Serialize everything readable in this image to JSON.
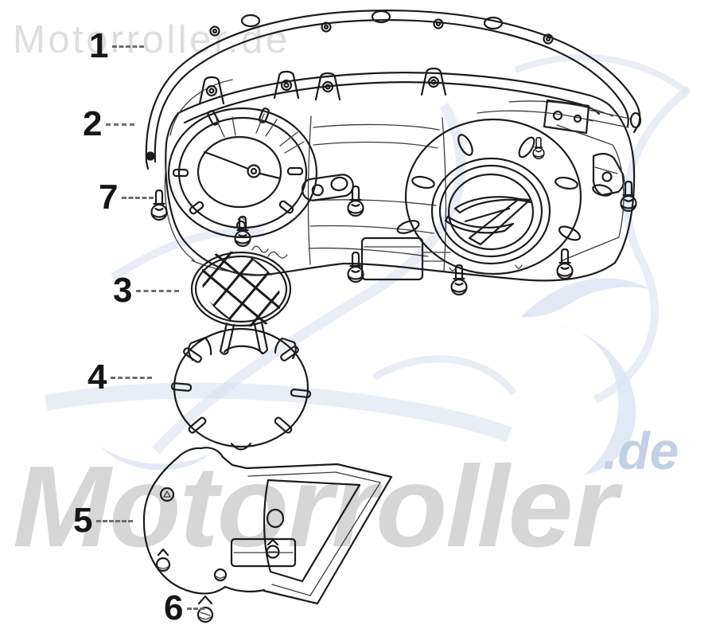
{
  "watermarks": {
    "top_left": "Motorroller.de",
    "bottom_brand": "Motorroller",
    "bottom_tld": ".de"
  },
  "parts": [
    {
      "label": "1"
    },
    {
      "label": "2"
    },
    {
      "label": "3"
    },
    {
      "label": "4"
    },
    {
      "label": "5"
    },
    {
      "label": "6"
    },
    {
      "label": "7"
    }
  ],
  "colors": {
    "background": "#ffffff",
    "line_art": "#1c1c1c",
    "watermark_gray": "#d6d6d6",
    "watermark_blue": "#c3cfe6",
    "watermark_scooter": "#dbe3f1",
    "label_text": "#161616",
    "leader_line": "#6e6e6e"
  }
}
